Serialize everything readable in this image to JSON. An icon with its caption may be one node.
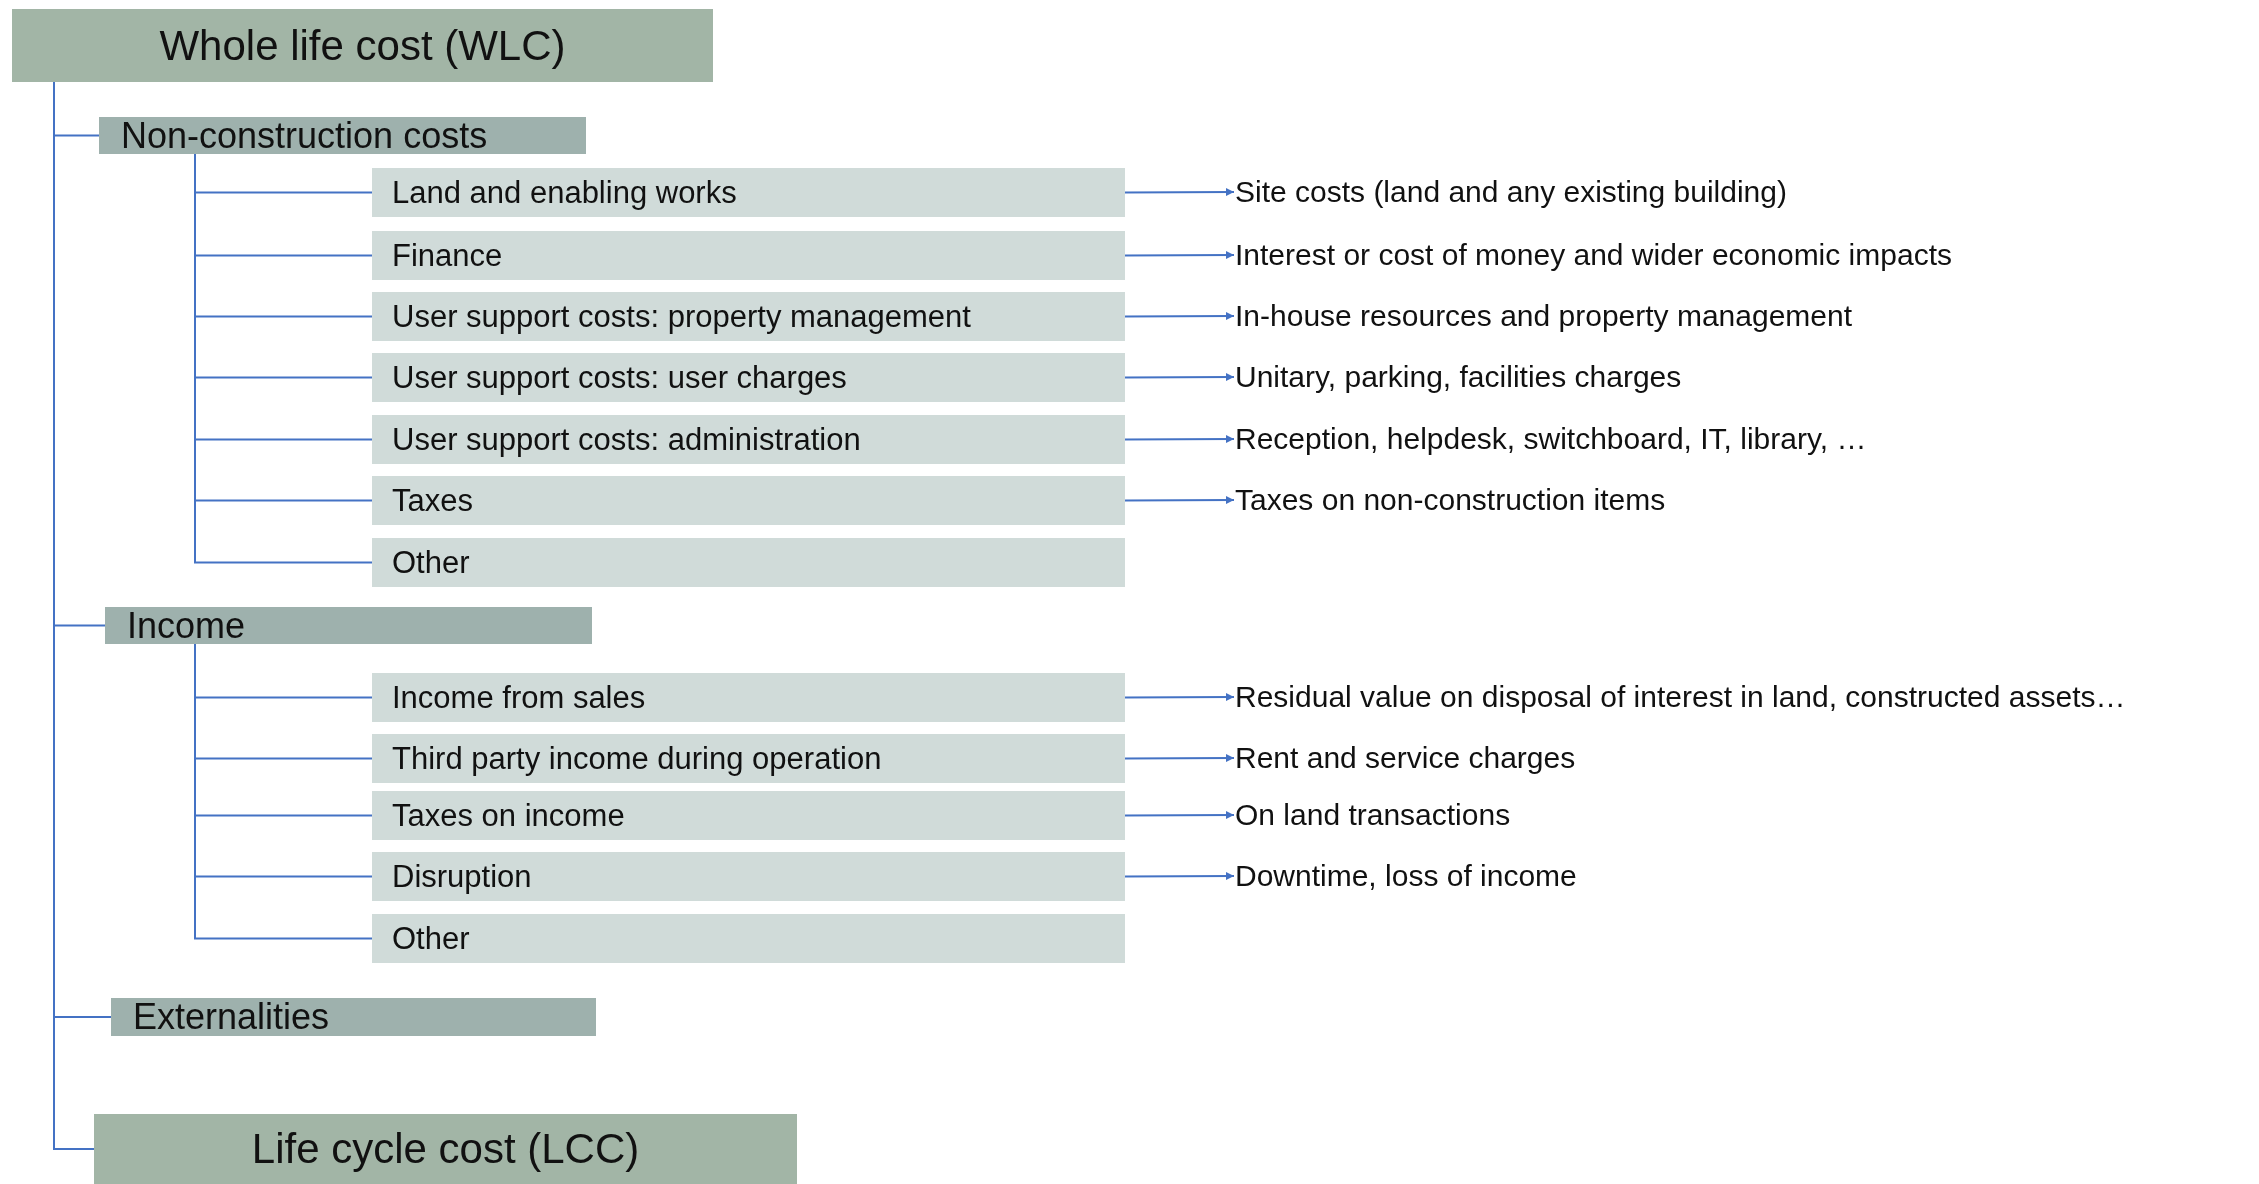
{
  "diagram": {
    "nodes": [
      {
        "text": [
          "Whole life cost (WLC)"
        ]
      },
      {
        "text": [
          "Non-construction costs"
        ]
      },
      {
        "text": [
          "Land and enabling works"
        ]
      },
      {
        "text": [
          "Site costs (land and any existing building)"
        ]
      },
      {
        "text": [
          "Finance"
        ]
      },
      {
        "text": [
          "Interest or cost of money and wider economic impacts"
        ]
      },
      {
        "text": [
          "User support costs: property management"
        ]
      },
      {
        "text": [
          "In-house resources and property management"
        ]
      },
      {
        "text": [
          "User support costs: user charges"
        ]
      },
      {
        "text": [
          "Unitary, parking, facilities charges"
        ]
      },
      {
        "text": [
          "User support costs: administration"
        ]
      },
      {
        "text": [
          "Reception, helpdesk, switchboard, IT, library, …"
        ]
      },
      {
        "text": [
          "Taxes"
        ]
      },
      {
        "text": [
          "Taxes on non-construction items"
        ]
      },
      {
        "text": [
          "Other"
        ]
      },
      {
        "text": [
          "Income"
        ]
      },
      {
        "text": [
          "Income from sales"
        ]
      },
      {
        "text": [
          "Residual value on disposal of interest in land, constructed assets…"
        ]
      },
      {
        "text": [
          "Third party income during operation"
        ]
      },
      {
        "text": [
          "Rent and service charges"
        ]
      },
      {
        "text": [
          "Taxes on income"
        ]
      },
      {
        "text": [
          "On land transactions"
        ]
      },
      {
        "text": [
          "Disruption"
        ]
      },
      {
        "text": [
          "Downtime, loss of income"
        ]
      },
      {
        "text": [
          "Other"
        ]
      },
      {
        "text": [
          "Externalities"
        ]
      },
      {
        "text": [
          "Life cycle cost (LCC)"
        ]
      }
    ],
    "edges": [
      {
        "from": 0,
        "to": 1,
        "arrow": "none"
      },
      {
        "from": 0,
        "to": 15,
        "arrow": "none"
      },
      {
        "from": 0,
        "to": 25,
        "arrow": "none"
      },
      {
        "from": 0,
        "to": 26,
        "arrow": "none"
      },
      {
        "from": 1,
        "to": 2,
        "arrow": "none"
      },
      {
        "from": 1,
        "to": 4,
        "arrow": "none"
      },
      {
        "from": 1,
        "to": 6,
        "arrow": "none"
      },
      {
        "from": 1,
        "to": 8,
        "arrow": "none"
      },
      {
        "from": 1,
        "to": 10,
        "arrow": "none"
      },
      {
        "from": 1,
        "to": 12,
        "arrow": "none"
      },
      {
        "from": 1,
        "to": 14,
        "arrow": "none"
      },
      {
        "from": 2,
        "to": 3,
        "arrow": "to"
      },
      {
        "from": 4,
        "to": 5,
        "arrow": "to"
      },
      {
        "from": 6,
        "to": 7,
        "arrow": "to"
      },
      {
        "from": 8,
        "to": 9,
        "arrow": "to"
      },
      {
        "from": 10,
        "to": 11,
        "arrow": "to"
      },
      {
        "from": 12,
        "to": 13,
        "arrow": "to"
      },
      {
        "from": 15,
        "to": 16,
        "arrow": "none"
      },
      {
        "from": 15,
        "to": 18,
        "arrow": "none"
      },
      {
        "from": 15,
        "to": 20,
        "arrow": "none"
      },
      {
        "from": 15,
        "to": 22,
        "arrow": "none"
      },
      {
        "from": 15,
        "to": 24,
        "arrow": "none"
      },
      {
        "from": 16,
        "to": 17,
        "arrow": "to"
      },
      {
        "from": 18,
        "to": 19,
        "arrow": "to"
      },
      {
        "from": 20,
        "to": 21,
        "arrow": "to"
      },
      {
        "from": 22,
        "to": 23,
        "arrow": "to"
      }
    ]
  }
}
